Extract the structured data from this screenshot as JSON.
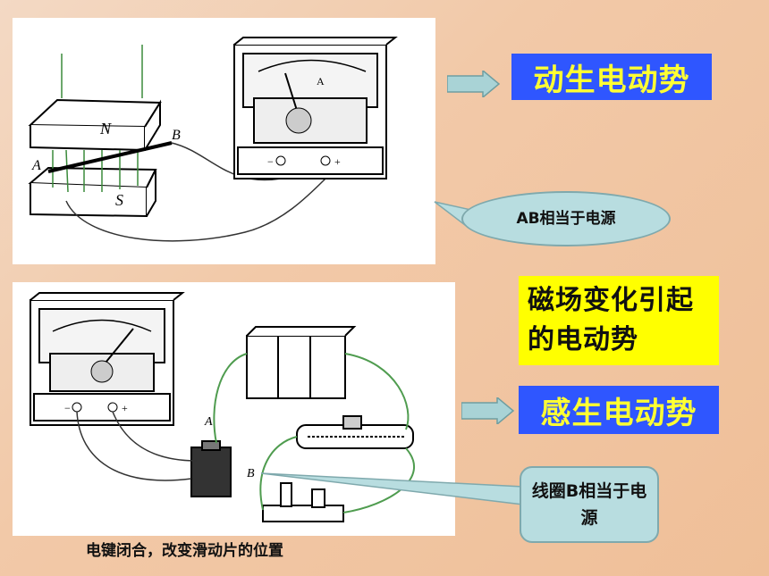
{
  "panel1": {
    "magnet_top_label": "N",
    "magnet_bottom_label": "S",
    "rod_end_a": "A",
    "rod_end_b": "B",
    "meter_scale_label": "A",
    "terminal_minus": "−",
    "terminal_plus": "+"
  },
  "panel2": {
    "coil_label_a": "A",
    "coil_label_b": "B",
    "terminal_minus": "−",
    "terminal_plus": "+"
  },
  "labels": {
    "motional_emf": "动生电动势",
    "field_change_emf": "磁场变化引起的电动势",
    "induced_emf": "感生电动势"
  },
  "callouts": {
    "ab_source": "AB相当于电源",
    "coil_b_source": "线圈B相当于电源"
  },
  "caption": "电键闭合，改变滑动片的位置",
  "colors": {
    "blue_box": "#2f56ff",
    "yellow_text": "#ffff33",
    "yellow_box": "#ffff00",
    "callout_fill": "#b8dde0",
    "arrow_fill": "#a9d3d6"
  }
}
